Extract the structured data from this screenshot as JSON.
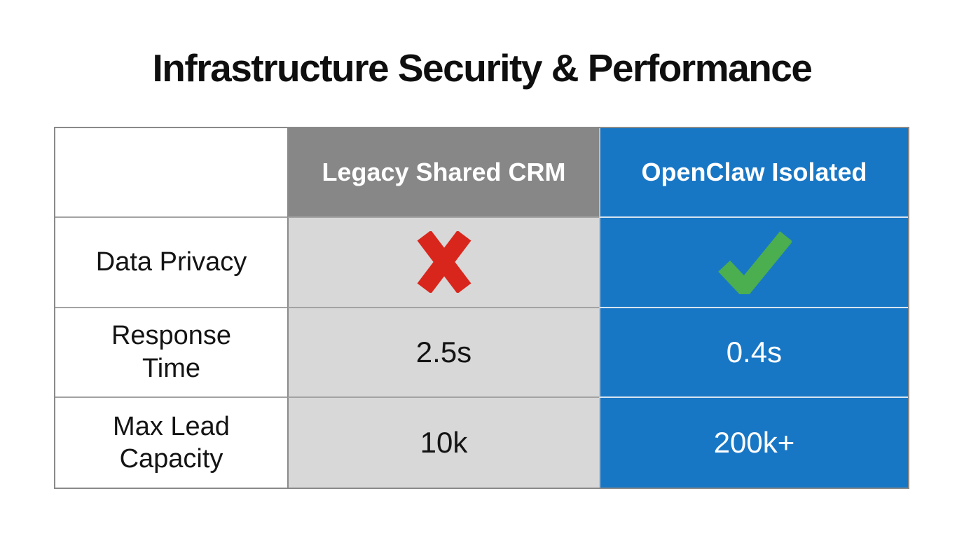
{
  "title": "Infrastructure Security & Performance",
  "table": {
    "corner_label": "",
    "columns": [
      {
        "label": "Legacy Shared CRM",
        "theme": "gray"
      },
      {
        "label": "OpenClaw Isolated",
        "theme": "blue"
      }
    ],
    "rows": [
      {
        "label": "Data Privacy",
        "legacy_icon": "red-x-icon",
        "openclaw_icon": "green-check-icon"
      },
      {
        "label": "Response Time",
        "legacy": "2.5s",
        "openclaw": "0.4s"
      },
      {
        "label": "Max Lead Capacity",
        "legacy": "10k",
        "openclaw": "200k+"
      }
    ]
  },
  "chart_data": {
    "type": "table",
    "title": "Infrastructure Security & Performance",
    "columns": [
      "",
      "Legacy Shared CRM",
      "OpenClaw Isolated"
    ],
    "rows": [
      [
        "Data Privacy",
        "✗",
        "✓"
      ],
      [
        "Response Time",
        "2.5s",
        "0.4s"
      ],
      [
        "Max Lead Capacity",
        "10k",
        "200k+"
      ]
    ]
  },
  "colors": {
    "brand_blue": "#1877c5",
    "header_gray": "#878787",
    "cell_gray": "#d8d8d8",
    "x_red": "#d9261c",
    "check_green": "#4bae4f",
    "border_gray": "#8a8a8a",
    "gray_divider": "#a3a3a3",
    "blue_divider": "#d6e4f0",
    "blue_edge": "#b3c3d2"
  }
}
